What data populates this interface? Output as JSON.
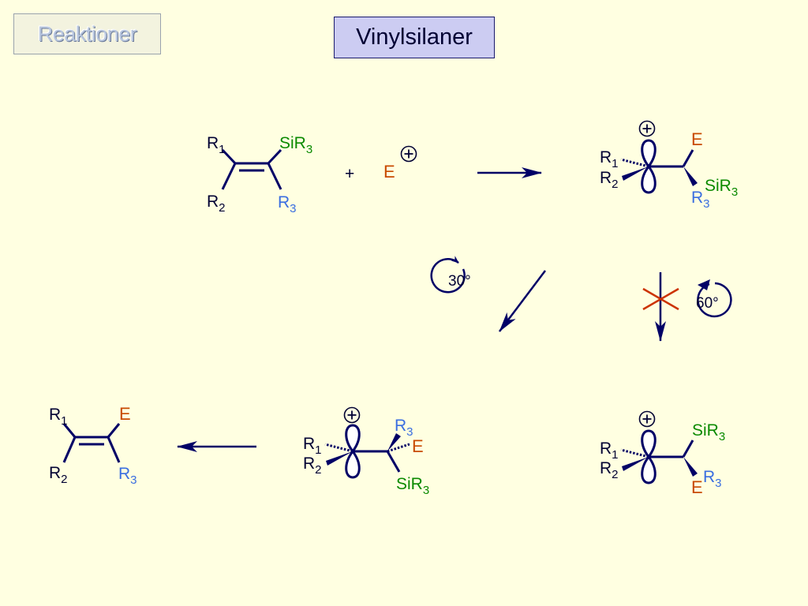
{
  "nav": {
    "label": "Reaktioner"
  },
  "title": "Vinylsilaner",
  "colors": {
    "bond": "#000066",
    "silicon": "#0b8a00",
    "electrophile": "#c84a00",
    "r3": "#3a6ee0",
    "cross": "#cc3300",
    "background": "#ffffe1"
  },
  "labels": {
    "R": "R",
    "sub1": "1",
    "sub2": "2",
    "sub3": "3",
    "SiR": "SiR",
    "E": "E",
    "plus": "+",
    "charge": "+"
  },
  "rotations": {
    "first": "30°",
    "second": "60°"
  }
}
